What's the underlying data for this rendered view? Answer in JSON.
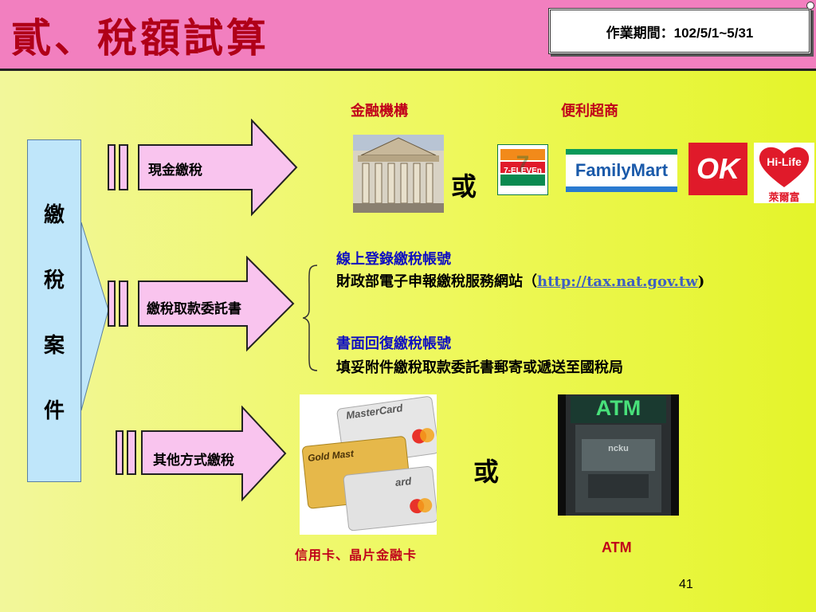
{
  "header": {
    "title": "貳、稅額試算",
    "period": "作業期間：102/5/1~5/31"
  },
  "case_box": {
    "chars": [
      "繳",
      "稅",
      "案",
      "件"
    ]
  },
  "arrows": {
    "cash": "現金繳稅",
    "debit": "繳稅取款委託書",
    "other": "其他方式繳稅"
  },
  "cash_section": {
    "bank_label": "金融機構",
    "store_label": "便利超商",
    "or_text": "或",
    "stores": {
      "seven": "7-ELEVEn",
      "family": "FamilyMart",
      "ok": "OK",
      "hilife": "Hi-Life",
      "hilife_sub": "萊爾富"
    }
  },
  "debit_section": {
    "online_title": "線上登錄繳稅帳號",
    "online_desc": "財政部電子申報繳稅服務網站（",
    "online_link": "http://tax.nat.gov.tw",
    "online_close": ")",
    "paper_title": "書面回復繳稅帳號",
    "paper_desc": "填妥附件繳稅取款委託書郵寄或遞送至國稅局"
  },
  "other_section": {
    "card_text1": "MasterCard",
    "card_text2": "Gold Mast",
    "card_text3": "ard",
    "card_caption": "信用卡、晶片金融卡",
    "or_text": "或",
    "atm_sign": "ATM",
    "atm_brand": "ncku",
    "atm_caption": "ATM"
  },
  "page_number": "41",
  "colors": {
    "header_bg": "#f27fbf",
    "title": "#b00018",
    "arrow_fill": "#f9c4ee"
  }
}
